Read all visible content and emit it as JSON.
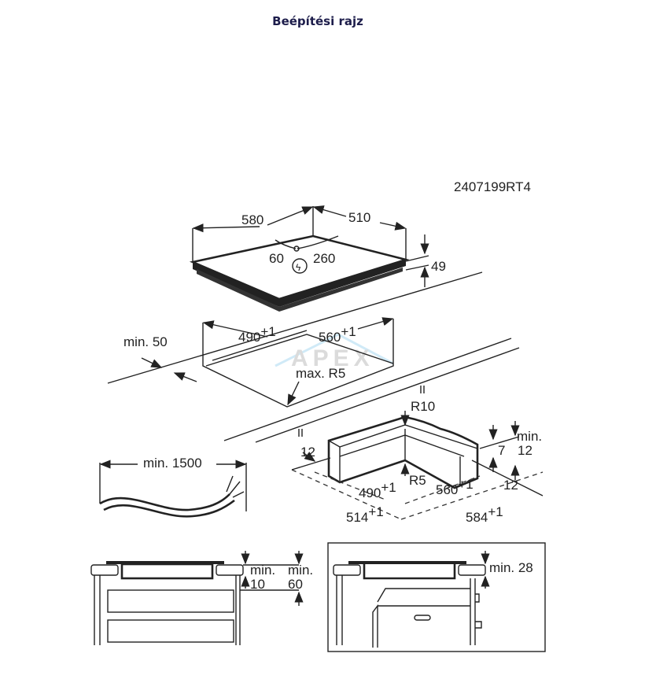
{
  "title": "Beépítési rajz",
  "drawing_code": "2407199RT4",
  "watermark": "APEX",
  "hob": {
    "width": "580",
    "depth": "510",
    "height": "49",
    "conn_left": "60",
    "conn_right": "260",
    "power_symbol": "ϟ"
  },
  "cutout": {
    "depth": "490",
    "depth_tol": "+1",
    "width": "560",
    "width_tol": "+1",
    "min_edge": "min. 50",
    "radius": "max. R5"
  },
  "cable": {
    "length": "min. 1500"
  },
  "frame": {
    "r_outer": "R10",
    "r_inner": "R5",
    "side": "12",
    "depth": "490",
    "depth_tol": "+1",
    "width": "560",
    "width_tol": "+1",
    "outer_depth": "514",
    "outer_depth_tol": "+1",
    "outer_width": "584",
    "outer_width_tol": "+1",
    "step": "7",
    "min_label": "min.",
    "min_val": "12",
    "right_side": "12"
  },
  "section_drawer": {
    "a_label": "min.",
    "a_val": "10",
    "b_label": "min.",
    "b_val": "60"
  },
  "section_oven": {
    "label": "min. 28"
  }
}
